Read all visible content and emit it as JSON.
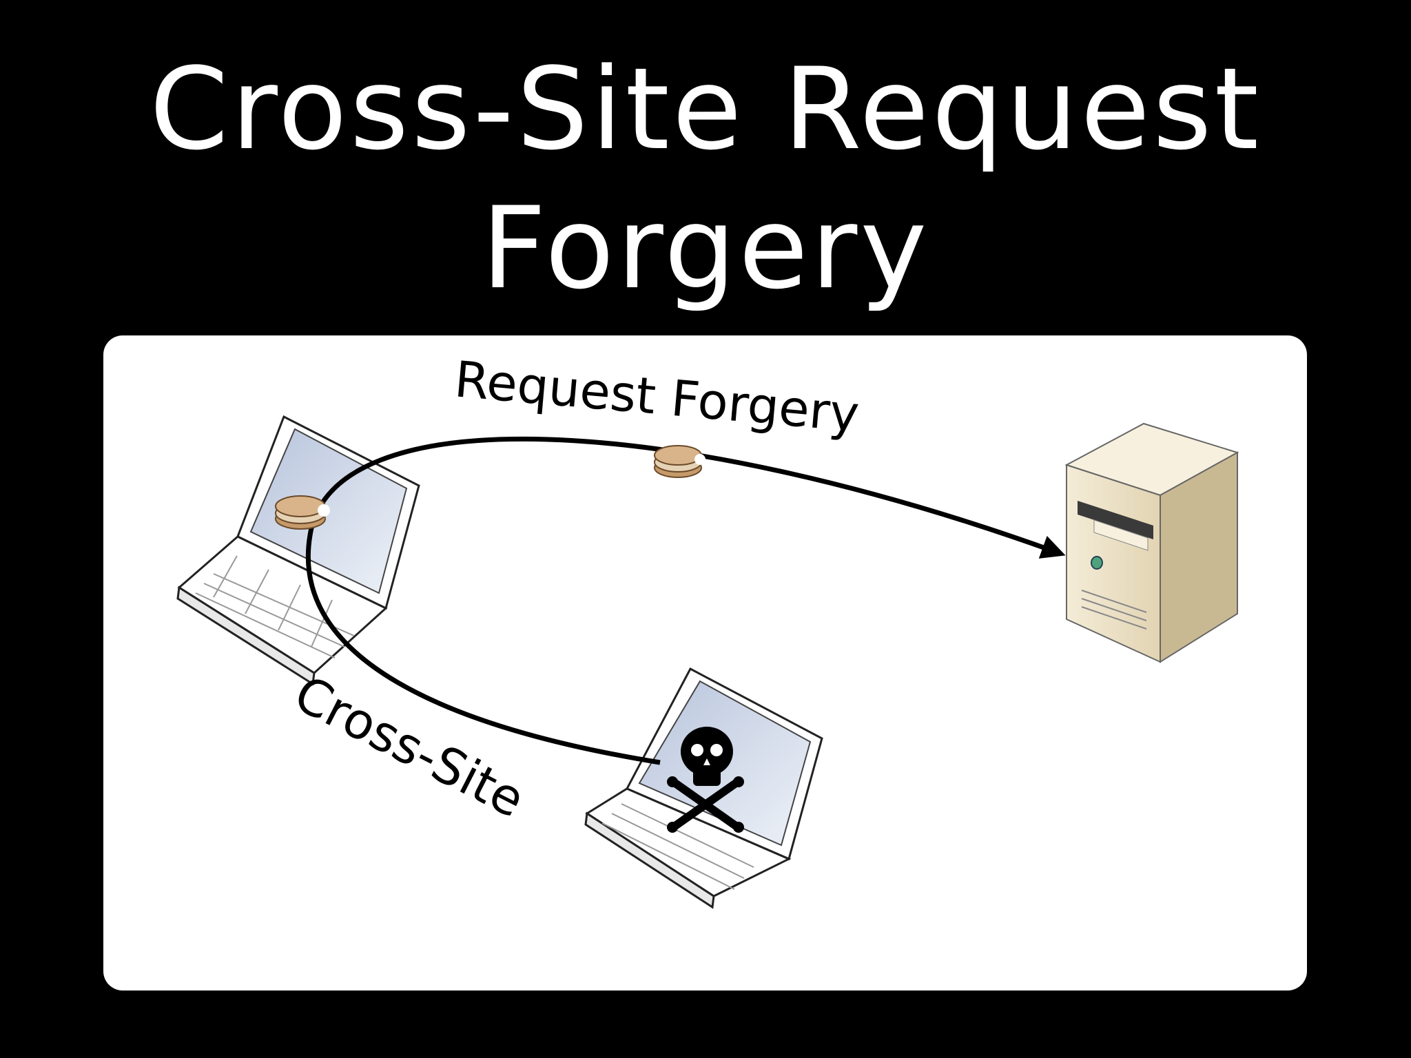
{
  "slide": {
    "title_line1": "Cross-Site Request",
    "title_line2": "Forgery"
  },
  "diagram": {
    "label_request_forgery": "Request Forgery",
    "label_cross_site": "Cross-Site",
    "nodes": [
      {
        "name": "victim-laptop-icon",
        "description": "victim laptop with cookie"
      },
      {
        "name": "attacker-laptop-icon",
        "description": "attacker laptop with skull and crossbones"
      },
      {
        "name": "server-icon",
        "description": "web server tower"
      }
    ],
    "colors": {
      "background": "#000000",
      "panel": "#ffffff",
      "cookie": "#d9b48a",
      "server_body": "#e8dcc0"
    }
  }
}
